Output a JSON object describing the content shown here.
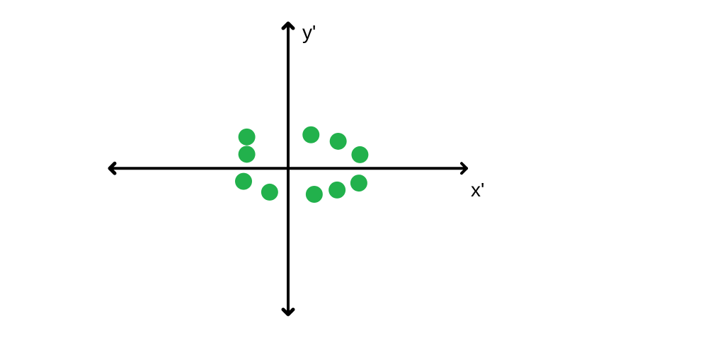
{
  "chart_data": {
    "type": "scatter",
    "xlabel": "x'",
    "ylabel": "y'",
    "xlim": [
      -8.2,
      8.2
    ],
    "ylim": [
      -6.75,
      6.7
    ],
    "grid": false,
    "marker_color": "#22b14c",
    "axis_color": "#000000",
    "series": [
      {
        "points": [
          {
            "x": -1.9,
            "y": 1.45
          },
          {
            "x": 1.05,
            "y": 1.55
          },
          {
            "x": 2.3,
            "y": 1.25
          },
          {
            "x": -1.9,
            "y": 0.65
          },
          {
            "x": 3.3,
            "y": 0.63
          },
          {
            "x": -2.05,
            "y": -0.6
          },
          {
            "x": 3.25,
            "y": -0.68
          },
          {
            "x": -0.85,
            "y": -1.1
          },
          {
            "x": 1.2,
            "y": -1.2
          },
          {
            "x": 2.25,
            "y": -1.0
          }
        ]
      }
    ]
  }
}
